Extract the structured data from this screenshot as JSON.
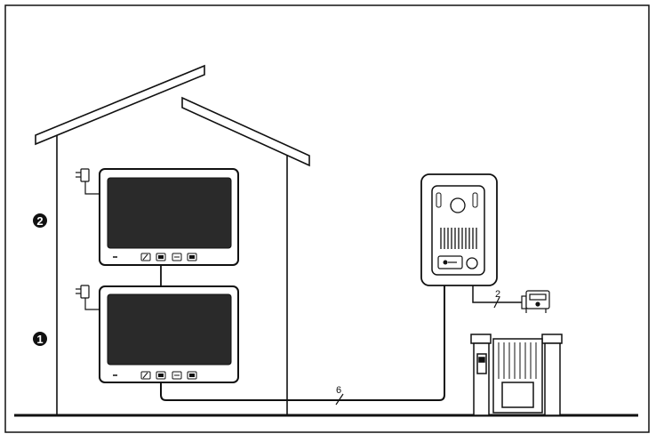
{
  "badges": {
    "upper": "2",
    "lower": "1"
  },
  "cables": {
    "main_wire_count": "6",
    "lock_wire_count": "2"
  },
  "colors": {
    "line": "#111111",
    "screen": "#2a2a2a",
    "background": "#ffffff"
  }
}
